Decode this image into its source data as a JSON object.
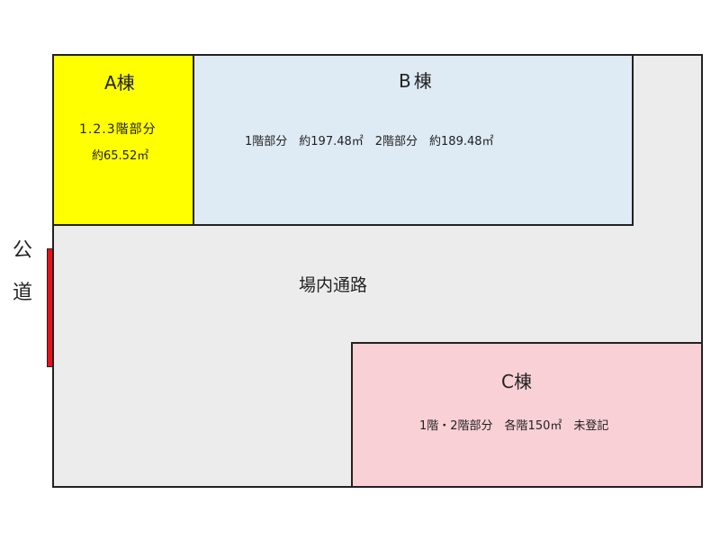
{
  "public_road": {
    "label_line1": "公",
    "label_line2": "道",
    "color": "#e8101a"
  },
  "aisle": {
    "label": "場内通路",
    "color": "#ececec"
  },
  "building_a": {
    "name": "A棟",
    "floors": "1.2.3階部分",
    "area": "約65.52㎡",
    "color": "#ffff00"
  },
  "building_b": {
    "name": "B棟",
    "info": "1階部分　約197.48㎡　2階部分　約189.48㎡",
    "color": "#deeaf4"
  },
  "building_c": {
    "name": "C棟",
    "info": "1階・2階部分　各階150㎡　未登記",
    "color": "#f9d0d6"
  }
}
